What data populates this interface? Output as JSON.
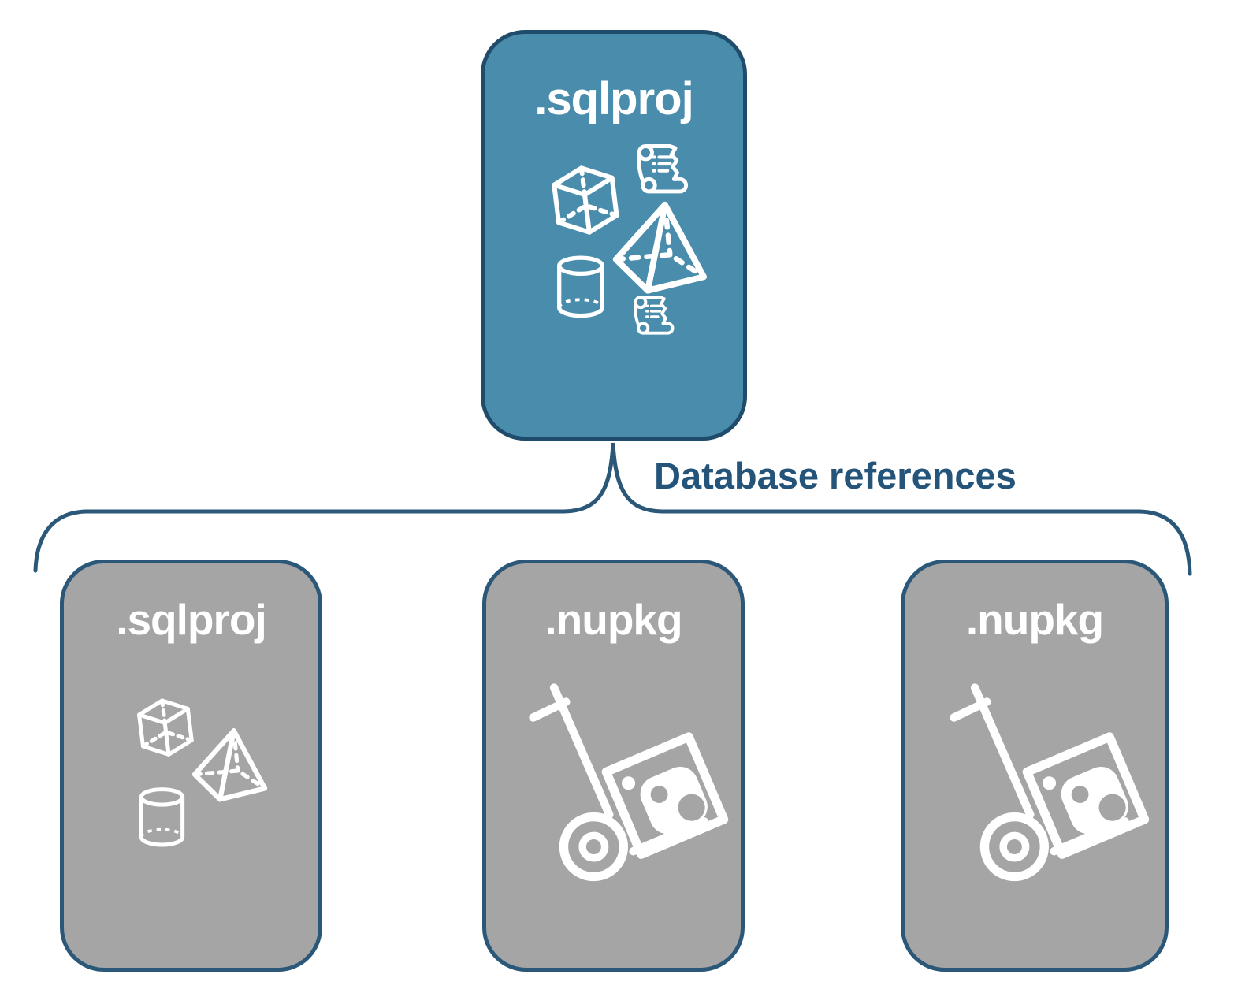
{
  "diagram": {
    "connector": {
      "label": "Database references",
      "stroke_color": "#2B5878",
      "label_color": "#24547A"
    },
    "main_node": {
      "label": ".sqlproj",
      "fill_color": "#4A8CAC",
      "border_color": "#1F4C6B",
      "icon_color": "#FFFFFF",
      "icons": [
        "cube-icon",
        "scroll-icon",
        "pyramid-icon",
        "cylinder-icon",
        "scroll-icon"
      ]
    },
    "child_nodes": [
      {
        "label": ".sqlproj",
        "fill_color": "#A5A5A5",
        "border_color": "#2B5878",
        "icon_color": "#FFFFFF",
        "icons": [
          "cube-icon",
          "pyramid-icon",
          "cylinder-icon"
        ]
      },
      {
        "label": ".nupkg",
        "fill_color": "#A5A5A5",
        "border_color": "#2B5878",
        "icon_color": "#FFFFFF",
        "icons": [
          "nuget-package-dolly-icon"
        ]
      },
      {
        "label": ".nupkg",
        "fill_color": "#A5A5A5",
        "border_color": "#2B5878",
        "icon_color": "#FFFFFF",
        "icons": [
          "nuget-package-dolly-icon"
        ]
      }
    ],
    "background": "#FFFFFF"
  }
}
